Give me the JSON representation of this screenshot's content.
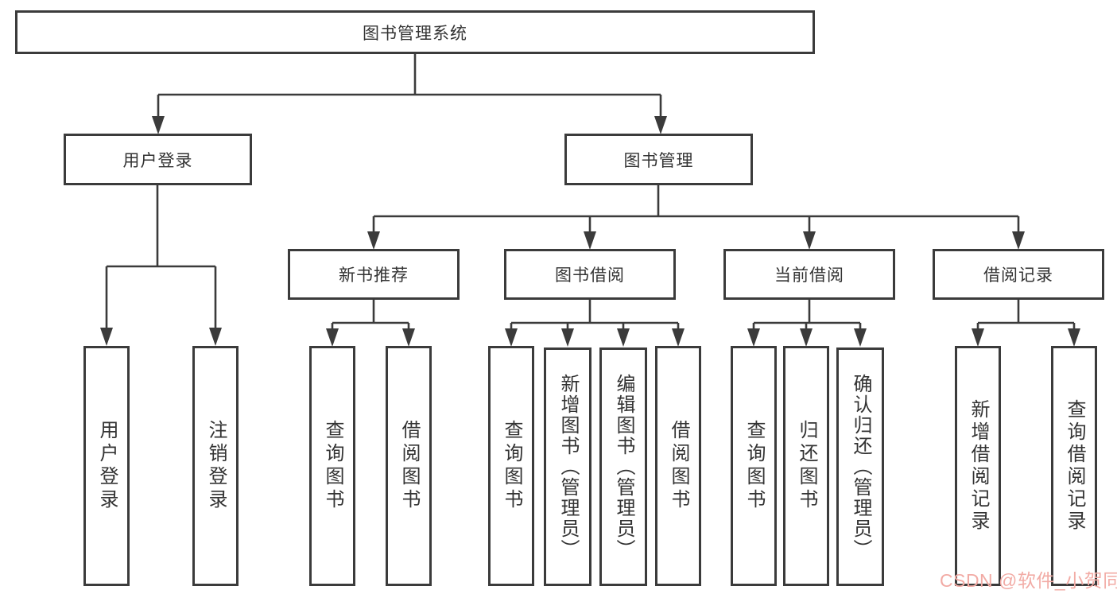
{
  "colors": {
    "line": "#3b3b3b",
    "box_border": "#3b3b3b",
    "text": "#333333",
    "watermark": "#f2aba5",
    "background": "#ffffff"
  },
  "tree": {
    "root": {
      "label": "图书管理系统"
    },
    "user_login": {
      "label": "用户登录",
      "children": [
        {
          "label": "用户登录"
        },
        {
          "label": "注销登录"
        }
      ]
    },
    "book_mgmt": {
      "label": "图书管理",
      "groups": [
        {
          "label": "新书推荐",
          "children": [
            {
              "label": "查询图书"
            },
            {
              "label": "借阅图书"
            }
          ]
        },
        {
          "label": "图书借阅",
          "children": [
            {
              "label": "查询图书"
            },
            {
              "label": "新增图书（管理员）"
            },
            {
              "label": "编辑图书（管理员）"
            },
            {
              "label": "借阅图书"
            }
          ]
        },
        {
          "label": "当前借阅",
          "children": [
            {
              "label": "查询图书"
            },
            {
              "label": "归还图书"
            },
            {
              "label": "确认归还（管理员）"
            }
          ]
        },
        {
          "label": "借阅记录",
          "children": [
            {
              "label": "新增借阅记录"
            },
            {
              "label": "查询借阅记录"
            }
          ]
        }
      ]
    }
  },
  "watermark": "CSDN @软件_小贺同学"
}
